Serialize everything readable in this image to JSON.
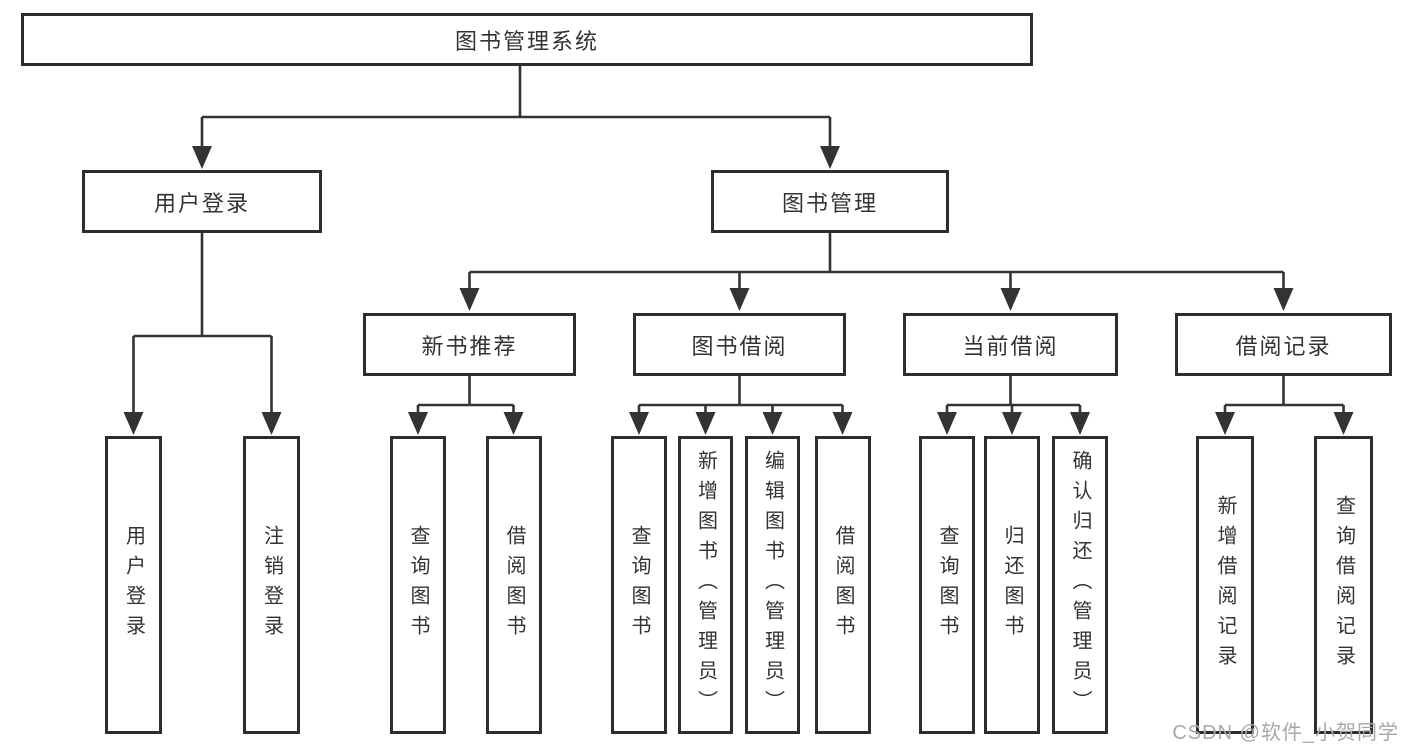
{
  "diagram": {
    "root": {
      "label": "图书管理系统"
    },
    "branches": [
      {
        "label": "用户登录",
        "children": [
          {
            "label": "用户登录"
          },
          {
            "label": "注销登录"
          }
        ]
      },
      {
        "label": "图书管理",
        "children": [
          {
            "label": "新书推荐",
            "children": [
              {
                "label": "查询图书"
              },
              {
                "label": "借阅图书"
              }
            ]
          },
          {
            "label": "图书借阅",
            "children": [
              {
                "label": "查询图书"
              },
              {
                "label": "新增图书（管理员）"
              },
              {
                "label": "编辑图书（管理员）"
              },
              {
                "label": "借阅图书"
              }
            ]
          },
          {
            "label": "当前借阅",
            "children": [
              {
                "label": "查询图书"
              },
              {
                "label": "归还图书"
              },
              {
                "label": "确认归还（管理员）"
              }
            ]
          },
          {
            "label": "借阅记录",
            "children": [
              {
                "label": "新增借阅记录"
              },
              {
                "label": "查询借阅记录"
              }
            ]
          }
        ]
      }
    ]
  },
  "watermark": {
    "text": "CSDN @软件_小贺同学"
  },
  "colors": {
    "line": "#333333",
    "box_border": "#2d2d2d",
    "text": "#333333",
    "watermark": "#a8a8a8",
    "background": "#ffffff"
  }
}
